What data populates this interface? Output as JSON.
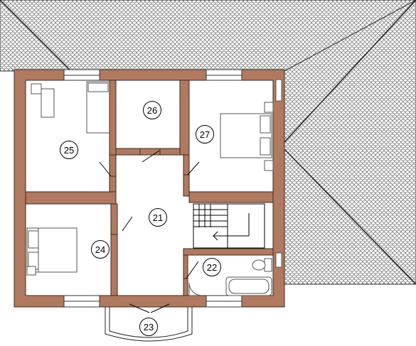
{
  "plan": {
    "rooms": [
      {
        "id": "room-21",
        "label": "21"
      },
      {
        "id": "room-22",
        "label": "22"
      },
      {
        "id": "room-23",
        "label": "23"
      },
      {
        "id": "room-24",
        "label": "24"
      },
      {
        "id": "room-25",
        "label": "25"
      },
      {
        "id": "room-26",
        "label": "26"
      },
      {
        "id": "room-27",
        "label": "27"
      }
    ],
    "colors": {
      "wall": "#b07a60",
      "wall_outline": "#3a2a22",
      "roof_pattern": "#555555",
      "floor": "#ffffff",
      "line": "#000000"
    }
  }
}
